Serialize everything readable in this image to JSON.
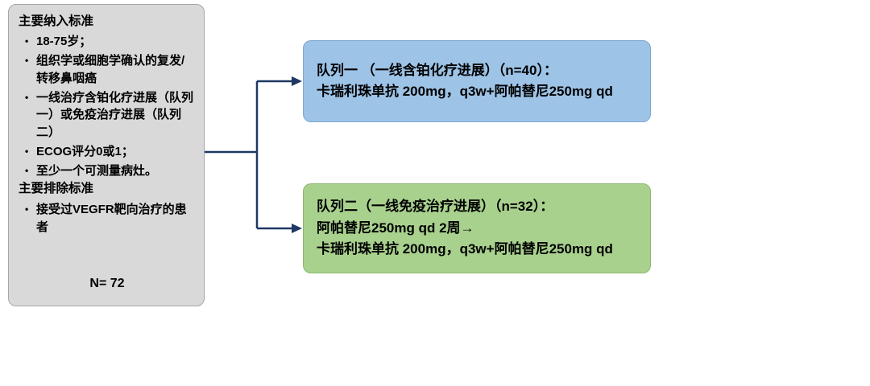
{
  "criteria_box": {
    "inclusion_header": "主要纳入标准",
    "inclusion_items": [
      "18-75岁；",
      "组织学或细胞学确认的复发/转移鼻咽癌",
      "一线治疗含铂化疗进展（队列一）或免疫治疗进展（队列二）",
      "ECOG评分0或1；",
      "至少一个可测量病灶。"
    ],
    "exclusion_header": "主要排除标准",
    "exclusion_items": [
      "接受过VEGFR靶向治疗的患者"
    ],
    "bullet": "•",
    "total_label": "N= 72"
  },
  "cohort1": {
    "title": "队列一 （一线含铂化疗进展）（n=40）：",
    "regimen_line1": "卡瑞利珠单抗 200mg，q3w+阿帕替尼250mg qd"
  },
  "cohort2": {
    "title": "队列二（一线免疫治疗进展）（n=32）：",
    "regimen_line1": "阿帕替尼250mg qd 2周→",
    "regimen_line2": "卡瑞利珠单抗 200mg，q3w+阿帕替尼250mg qd"
  },
  "colors": {
    "criteria_fill": "#d9d9d9",
    "cohort1_fill": "#9dc3e6",
    "cohort2_fill": "#a9d18e",
    "arrow": "#1f3864"
  }
}
